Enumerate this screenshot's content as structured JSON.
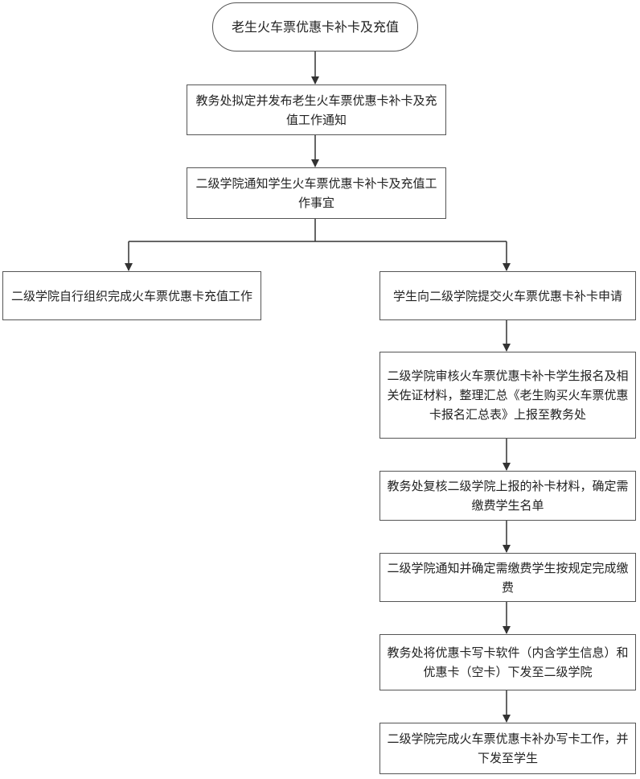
{
  "flowchart": {
    "start": "老生火车票优惠卡补卡及充值",
    "step1": "教务处拟定并发布老生火车票优惠卡补卡及充值工作通知",
    "step2": "二级学院通知学生火车票优惠卡补卡及充值工作事宜",
    "left_branch": "二级学院自行组织完成火车票优惠卡充值工作",
    "right1": "学生向二级学院提交火车票优惠卡补卡申请",
    "right2": "二级学院审核火车票优惠卡补卡学生报名及相关佐证材料，整理汇总《老生购买火车票优惠卡报名汇总表》上报至教务处",
    "right3": "教务处复核二级学院上报的补卡材料，确定需缴费学生名单",
    "right4": "二级学院通知并确定需缴费学生按规定完成缴费",
    "right5": "教务处将优惠卡写卡软件（内含学生信息）和优惠卡（空卡）下发至二级学院",
    "right6": "二级学院完成火车票优惠卡补办写卡工作，并下发至学生"
  }
}
